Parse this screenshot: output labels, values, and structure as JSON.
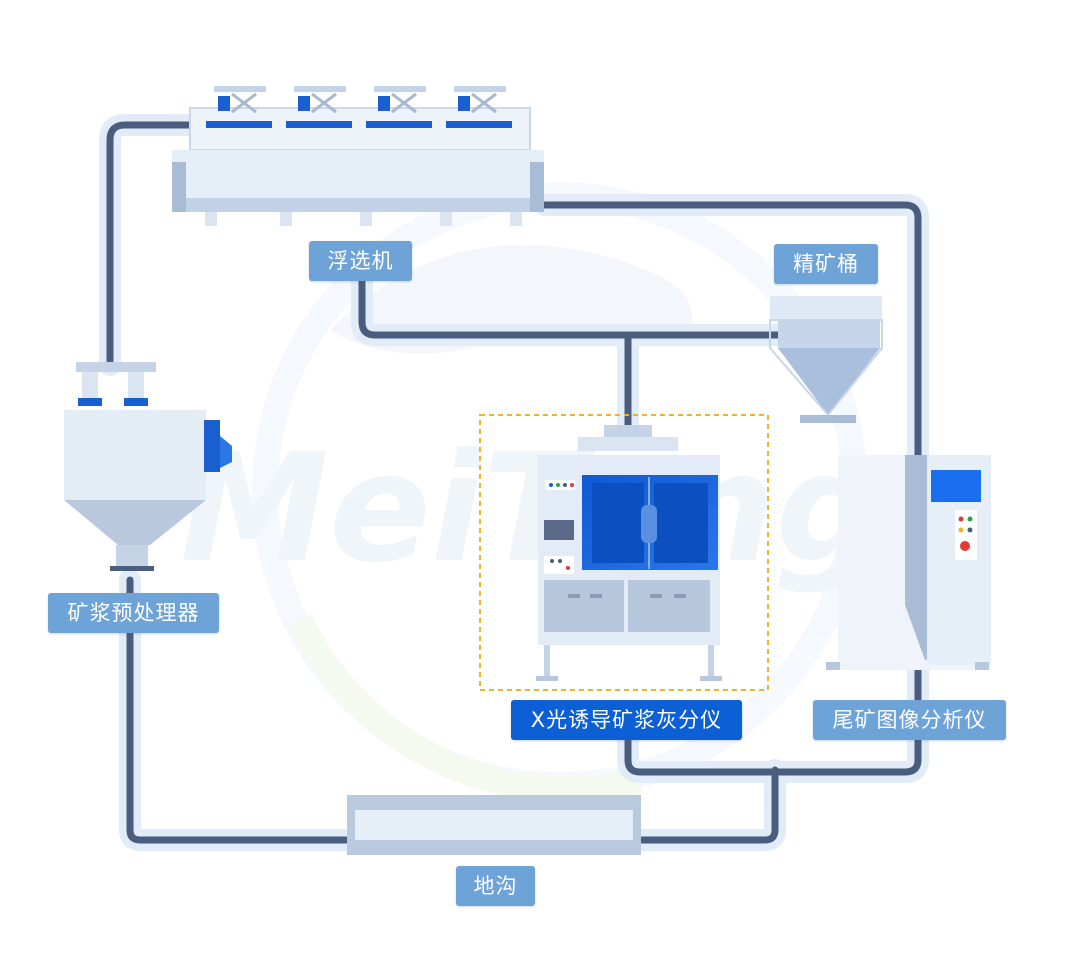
{
  "brand": {
    "watermark": "MeiTong"
  },
  "labels": {
    "flotation_machine": "浮选机",
    "concentrate_tank": "精矿桶",
    "slurry_pretreatment": "矿浆预处理器",
    "xray_ash_analyzer": "X光诱导矿浆灰分仪",
    "tailings_image_analyzer": "尾矿图像分析仪",
    "trench": "地沟"
  },
  "colors": {
    "pipe": "#4a5d7e",
    "pipe_halo": "#e2ecf8",
    "equipment_light": "#e6eef8",
    "equipment_mid": "#b7c7dd",
    "accent_blue": "#1a5fd0",
    "label_bg": "#6ea3d8",
    "label_primary_bg": "#0d5fd6",
    "highlight_border": "#f0b429"
  },
  "icons": {
    "flotation_machine": "flotation-cells-icon",
    "concentrate_tank": "hopper-tank-icon",
    "slurry_pretreatment": "cyclone-hopper-icon",
    "xray_ash_analyzer": "analyzer-cabinet-icon",
    "tailings_image_analyzer": "control-cabinet-icon",
    "trench": "trench-channel-icon"
  }
}
